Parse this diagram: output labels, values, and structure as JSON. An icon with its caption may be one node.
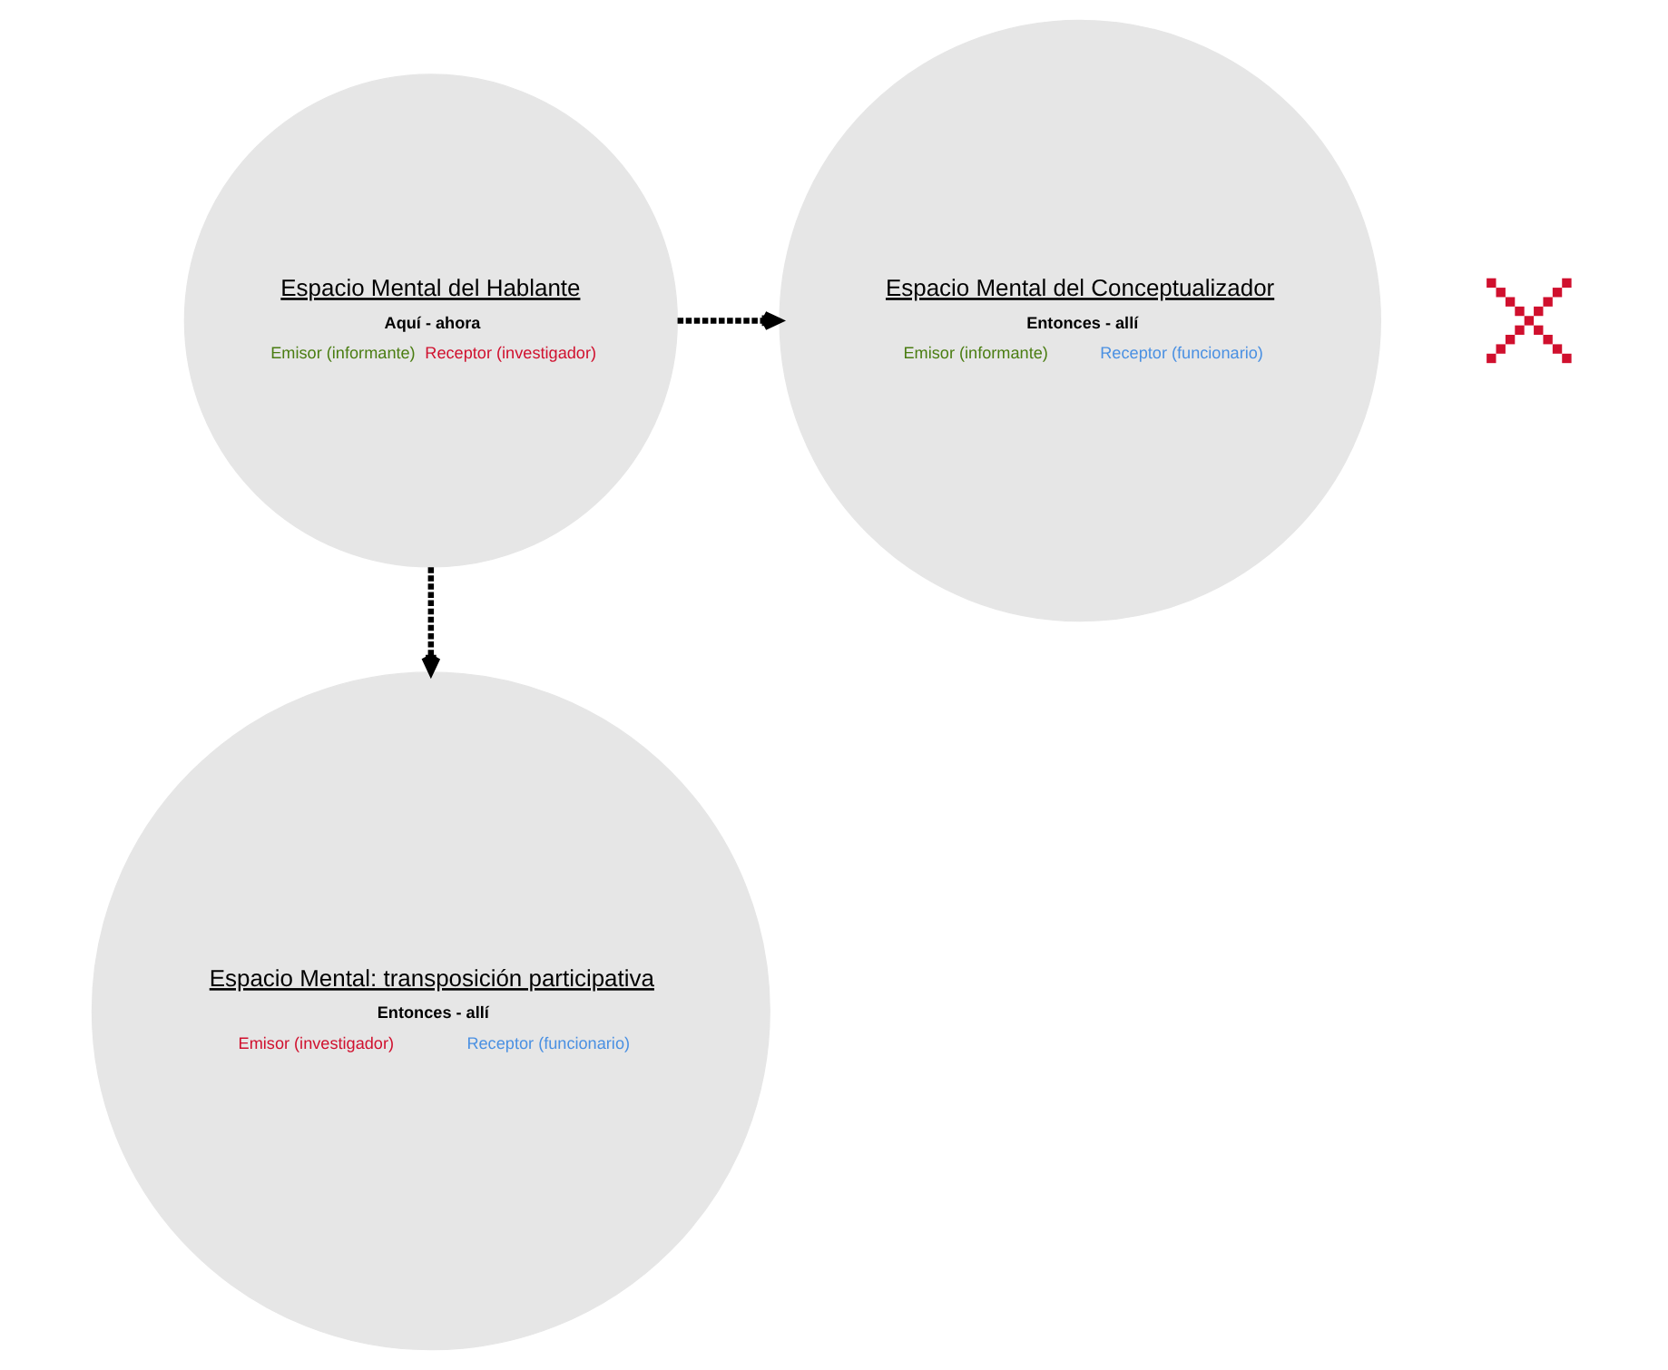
{
  "diagram": {
    "nodes": [
      {
        "text": [
          "Espacio Mental del Hablante",
          "Aquí - ahora",
          "Emisor (informante)",
          "Receptor (investigador)"
        ]
      },
      {
        "text": [
          "Espacio Mental del Conceptualizador",
          "Entonces - allí",
          "Emisor (informante)",
          "Receptor (funcionario)"
        ]
      },
      {
        "text": [
          "Espacio Mental: transposición participativa",
          "Entonces - allí",
          "Emisor (investigador)",
          "Receptor (funcionario)"
        ]
      },
      {
        "text": [],
        "shape": "cross"
      }
    ],
    "edges": [
      {
        "from": 0,
        "to": 1,
        "arrow": "to",
        "style": "dashed"
      },
      {
        "from": 0,
        "to": 2,
        "arrow": "to",
        "style": "dashed"
      }
    ]
  }
}
